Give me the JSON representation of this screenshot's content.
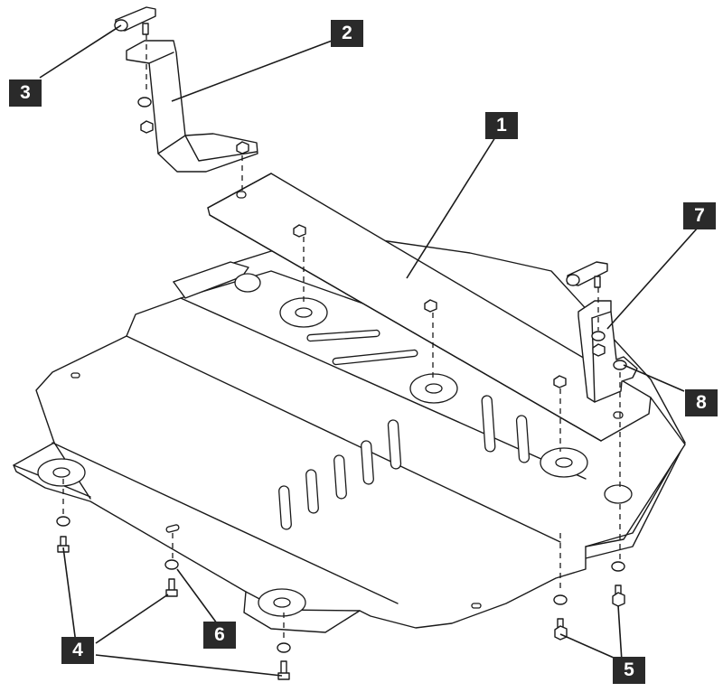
{
  "diagram": {
    "callouts": [
      {
        "id": "1",
        "text": "1"
      },
      {
        "id": "2",
        "text": "2"
      },
      {
        "id": "3",
        "text": "3"
      },
      {
        "id": "4",
        "text": "4"
      },
      {
        "id": "5",
        "text": "5"
      },
      {
        "id": "6",
        "text": "6"
      },
      {
        "id": "7",
        "text": "7"
      },
      {
        "id": "8",
        "text": "8"
      }
    ],
    "colors": {
      "line": "#1a1a1a",
      "label_background": "#2a2a2a",
      "label_text": "#ffffff",
      "background": "#ffffff"
    }
  }
}
